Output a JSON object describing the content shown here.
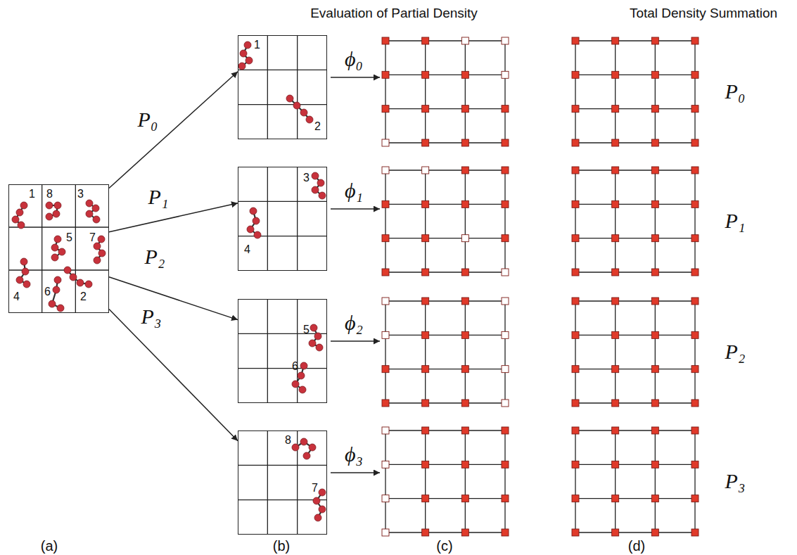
{
  "diagram": {
    "nodes": [
      {
        "text": [
          "1",
          "8",
          "3",
          "5",
          "7",
          "4",
          "6",
          "2"
        ]
      },
      {
        "text": [
          "1",
          "2"
        ]
      },
      {
        "text": [
          "3",
          "4"
        ]
      },
      {
        "text": [
          "5",
          "6"
        ]
      },
      {
        "text": [
          "8",
          "7"
        ]
      }
    ],
    "edges": [
      {
        "from": 0,
        "to": 1,
        "arrow": "to",
        "label": "P₀"
      },
      {
        "from": 0,
        "to": 2,
        "arrow": "to",
        "label": "P₁"
      },
      {
        "from": 0,
        "to": 3,
        "arrow": "to",
        "label": "P₂"
      },
      {
        "from": 0,
        "to": 4,
        "arrow": "to",
        "label": "P₃"
      }
    ],
    "labels": [
      "Evaluation of Partial Density",
      "Total Density Summation",
      "ϕ₀",
      "ϕ₁",
      "ϕ₂",
      "ϕ₃",
      "P₀",
      "P₁",
      "P₂",
      "P₃",
      "(a)",
      "(b)",
      "(c)",
      "(d)"
    ]
  }
}
